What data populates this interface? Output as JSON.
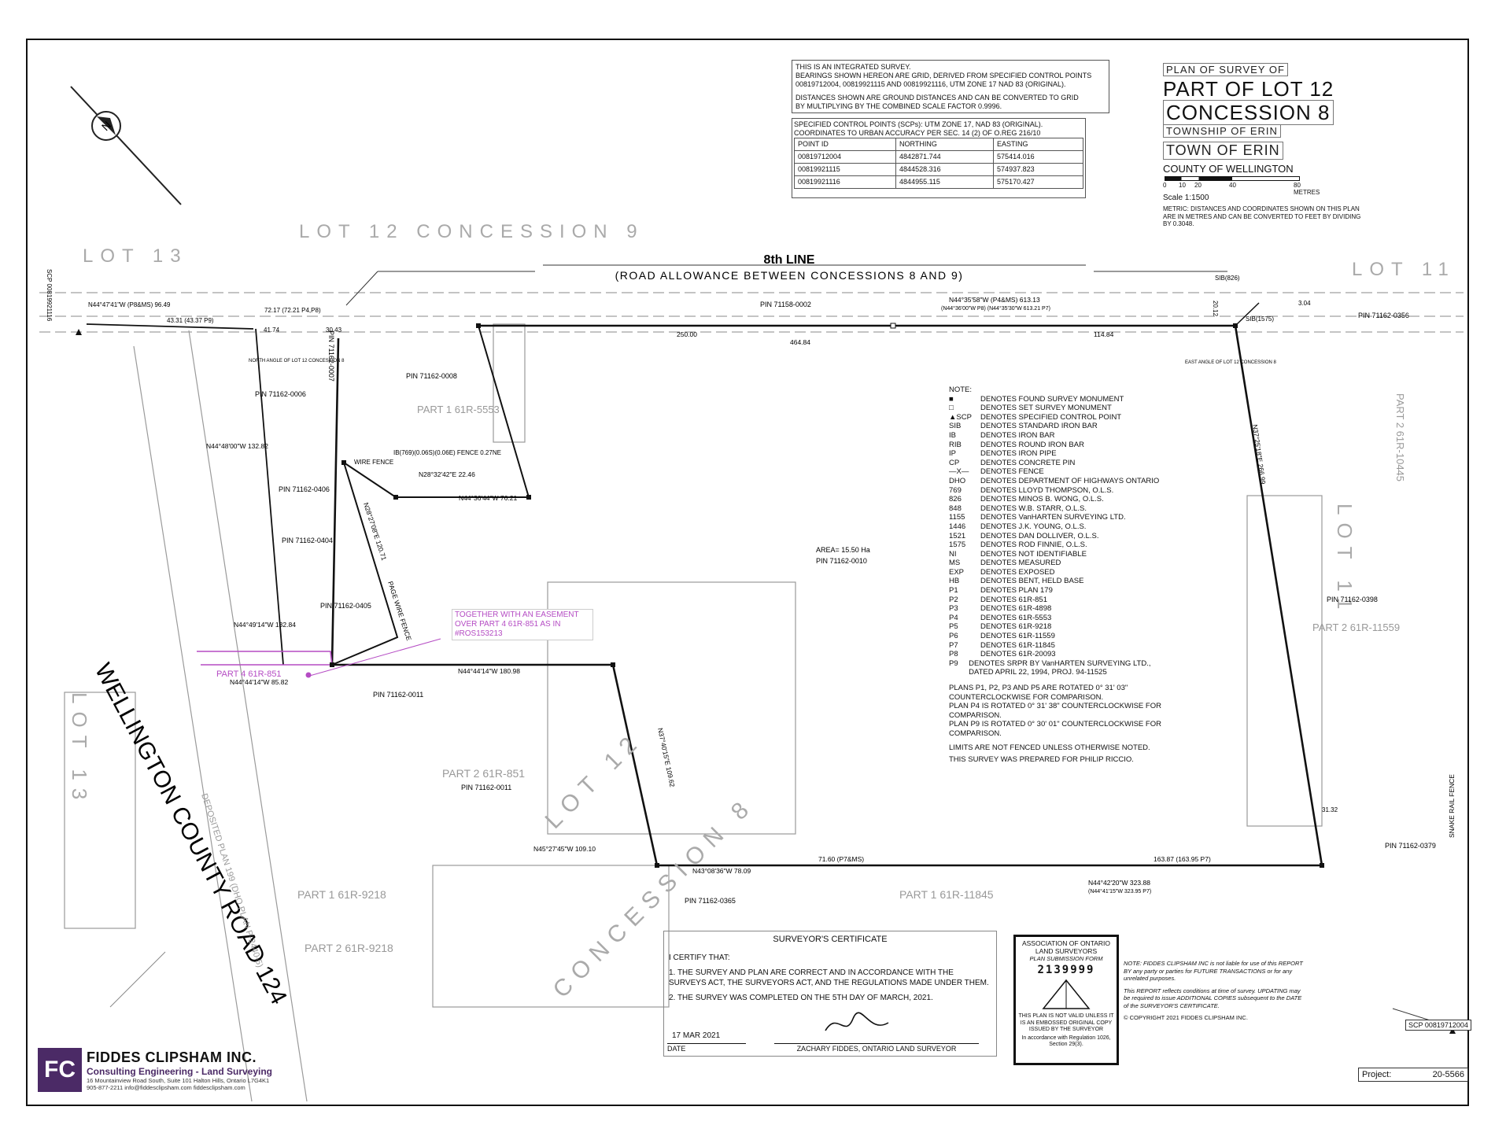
{
  "integrated_note": {
    "lines": [
      "THIS IS AN INTEGRATED SURVEY.",
      "BEARINGS SHOWN HEREON ARE GRID, DERIVED FROM SPECIFIED CONTROL POINTS",
      "00819712004, 00819921115 AND 00819921116, UTM ZONE 17 NAD 83 (ORIGINAL).",
      "DISTANCES SHOWN ARE GROUND DISTANCES AND CAN BE CONVERTED TO GRID",
      "BY MULTIPLYING BY THE COMBINED SCALE FACTOR 0.9996."
    ]
  },
  "control_points": {
    "heading1": "SPECIFIED CONTROL POINTS (SCPs): UTM ZONE 17, NAD 83 (ORIGINAL).",
    "heading2": "COORDINATES TO URBAN ACCURACY PER SEC. 14 (2) OF O.REG 216/10",
    "col_point": "POINT ID",
    "col_northing": "NORTHING",
    "col_easting": "EASTING",
    "rows": [
      {
        "id": "00819712004",
        "northing": "4842871.744",
        "easting": "575414.016"
      },
      {
        "id": "00819921115",
        "northing": "4844528.316",
        "easting": "574937.823"
      },
      {
        "id": "00819921116",
        "northing": "4844955.115",
        "easting": "575170.427"
      }
    ]
  },
  "title_block": {
    "plan_of_survey": "PLAN OF SURVEY OF",
    "part": "PART OF LOT 12",
    "concession": "CONCESSION 8",
    "township": "TOWNSHIP OF ERIN",
    "town": "TOWN OF ERIN",
    "county": "COUNTY OF WELLINGTON",
    "scale_ticks": [
      "0",
      "10",
      "20",
      "40",
      "80 METRES"
    ],
    "scale": "Scale 1:1500",
    "metric_note": "METRIC: DISTANCES AND COORDINATES SHOWN ON THIS PLAN ARE IN METRES AND CAN BE CONVERTED TO FEET BY DIVIDING BY 0.3048."
  },
  "map": {
    "lot12_con9": "LOT 12 CONCESSION 9",
    "lot13": "LOT 13",
    "lot11": "LOT 11",
    "road_name": "8th LINE",
    "road_desc": "(ROAD ALLOWANCE BETWEEN CONCESSIONS 8 AND 9)",
    "county_road": "WELLINGTON COUNTY ROAD 124",
    "concession8": "CONCESSION 8",
    "lot12": "LOT 12",
    "lot13_right": "LOT 13",
    "lot11_right": "LOT 11",
    "area": "AREA= 15.50 Ha",
    "pin_main": "PIN 71162-0010",
    "pin_road": "PIN 71158-0002",
    "pin_0356": "PIN 71162-0356",
    "pin_0398": "PIN 71162-0398",
    "pin_0379": "PIN 71162-0379",
    "pin_0011a": "PIN 71162-0011",
    "pin_0011b": "PIN 71162-0011",
    "pin_0365": "PIN 71162-0365",
    "pin_0006": "PIN 71162-0006",
    "pin_0008": "PIN 71162-0008",
    "pin_0406": "PIN 71162-0406",
    "pin_0404": "PIN 71162-0404",
    "pin_0405": "PIN 71162-0405",
    "pin_0007": "PIN 71162-0007",
    "part1_5553": "PART 1 61R-5553",
    "part2_851": "PART 2 61R-851",
    "part1_9218": "PART 1 61R-9218",
    "part2_9218": "PART 2 61R-9218",
    "part1_11845": "PART 1 61R-11845",
    "part2_11559": "PART 2 61R-11559",
    "part2_10445": "PART 2 61R-10445",
    "part4_851": "PART 4 61R-851",
    "easement": "TOGETHER WITH AN EASEMENT OVER PART 4 61R-851 AS IN #ROS153213",
    "north_dim": "N44°35'58\"W (P4&MS) 613.13",
    "north_dim2": "(N44°36'00\"W P8) (N44°35'30\"W 613.21 P7)",
    "d250": "250.00",
    "d46484": "464.84",
    "d11484": "114.84",
    "east_dim": "N37°25'18\"E 266.99",
    "south_dim": "N44°42'20\"W 323.88",
    "south_dim2": "(N44°41'15\"W 323.95 P7)",
    "d16387": "163.87 (163.95 P7)",
    "d7809": "N43°08'36\"W 78.09",
    "d7160": "71.60 (P7&MS)",
    "d10910": "N45°27'45\"W 109.10",
    "west_dim": "N44°44'14\"W 180.98",
    "d10962": "N37°40'15\"E 109.62",
    "d2476": "N44°36'44\"W 76.21",
    "d2246": "N28°32'42\"E 22.46",
    "d7620": "N28°27'08\"E 120.71",
    "d13282": "N44°48'00\"W 132.82",
    "d13284": "N44°49'14\"W 132.84",
    "d8582": "N44°44'14\"W 85.82",
    "d9649": "N44°47'41\"W (P8&MS) 96.49",
    "d7217": "72.17 (72.21 P4,P8)",
    "d4331": "43.31 (43.37 P9)",
    "d4174": "41.74",
    "d3043": "30.43",
    "d3137": "31.32",
    "d2012": "20.12",
    "d304": "3.04",
    "sib1575": "SIB(1575)",
    "sib826": "SIB(826)",
    "ib_fence": "IB(769)(0.06S)(0.06E) FENCE 0.27NE",
    "wire_fence": "WIRE FENCE",
    "page_wire_fence": "PAGE WIRE FENCE",
    "snake_rail": "SNAKE RAIL FENCE",
    "deposited": "DEPOSITED PLAN 199 (DHO PLAN P-2440-5)",
    "scp_a": "SCP 00819921116",
    "scp_b": "SCP 00819712004",
    "north_angle_lot12": "NORTH ANGLE OF LOT 12 CONCESSION 8",
    "east_angle_lot12": "EAST ANGLE OF LOT 12 CONCESSION 8"
  },
  "notes": {
    "title": "NOTE:",
    "items": [
      {
        "code": "■",
        "text": "DENOTES FOUND SURVEY MONUMENT"
      },
      {
        "code": "□",
        "text": "DENOTES SET SURVEY MONUMENT"
      },
      {
        "code": "▲SCP",
        "text": "DENOTES SPECIFIED CONTROL POINT"
      },
      {
        "code": "SIB",
        "text": "DENOTES STANDARD IRON BAR"
      },
      {
        "code": "IB",
        "text": "DENOTES IRON BAR"
      },
      {
        "code": "RIB",
        "text": "DENOTES ROUND IRON BAR"
      },
      {
        "code": "IP",
        "text": "DENOTES IRON PIPE"
      },
      {
        "code": "CP",
        "text": "DENOTES CONCRETE PIN"
      },
      {
        "code": "—X—",
        "text": "DENOTES FENCE"
      },
      {
        "code": "DHO",
        "text": "DENOTES DEPARTMENT OF HIGHWAYS ONTARIO"
      },
      {
        "code": "769",
        "text": "DENOTES LLOYD THOMPSON, O.L.S."
      },
      {
        "code": "826",
        "text": "DENOTES MINOS B. WONG, O.L.S."
      },
      {
        "code": "848",
        "text": "DENOTES W.B. STARR, O.L.S."
      },
      {
        "code": "1155",
        "text": "DENOTES VanHARTEN SURVEYING LTD."
      },
      {
        "code": "1446",
        "text": "DENOTES J.K. YOUNG, O.L.S."
      },
      {
        "code": "1521",
        "text": "DENOTES DAN DOLLIVER, O.L.S."
      },
      {
        "code": "1575",
        "text": "DENOTES ROD FINNIE, O.L.S."
      },
      {
        "code": "NI",
        "text": "DENOTES NOT IDENTIFIABLE"
      },
      {
        "code": "MS",
        "text": "DENOTES MEASURED"
      },
      {
        "code": "EXP",
        "text": "DENOTES EXPOSED"
      },
      {
        "code": "HB",
        "text": "DENOTES BENT, HELD BASE"
      },
      {
        "code": "P1",
        "text": "DENOTES PLAN 179"
      },
      {
        "code": "P2",
        "text": "DENOTES 61R-851"
      },
      {
        "code": "P3",
        "text": "DENOTES 61R-4898"
      },
      {
        "code": "P4",
        "text": "DENOTES 61R-5553"
      },
      {
        "code": "P5",
        "text": "DENOTES 61R-9218"
      },
      {
        "code": "P6",
        "text": "DENOTES 61R-11559"
      },
      {
        "code": "P7",
        "text": "DENOTES 61R-11845"
      },
      {
        "code": "P8",
        "text": "DENOTES 61R-20093"
      },
      {
        "code": "P9",
        "text": "DENOTES SRPR BY VanHARTEN SURVEYING LTD., DATED APRIL 22, 1994, PROJ. 94-11525"
      }
    ],
    "rotation1": "PLANS P1, P2, P3 AND P5 ARE ROTATED 0° 31' 03\" COUNTERCLOCKWISE FOR COMPARISON.",
    "rotation2": "PLAN P4 IS ROTATED 0° 31' 38\" COUNTERCLOCKWISE FOR COMPARISON.",
    "rotation3": "PLAN P9 IS ROTATED 0° 30' 01\" COUNTERCLOCKWISE FOR COMPARISON.",
    "limits": "LIMITS ARE NOT FENCED UNLESS OTHERWISE NOTED.",
    "prepared": "THIS SURVEY WAS PREPARED FOR PHILIP RICCIO."
  },
  "certificate": {
    "title": "SURVEYOR'S CERTIFICATE",
    "certify": "I CERTIFY THAT:",
    "item1": "1.   THE SURVEY AND PLAN ARE CORRECT AND IN ACCORDANCE WITH THE SURVEYS ACT, THE SURVEYORS ACT, AND THE REGULATIONS MADE UNDER THEM.",
    "item2": "2.   THE SURVEY WAS COMPLETED ON THE 5TH DAY OF MARCH, 2021.",
    "date": "17 MAR 2021",
    "date_label": "DATE",
    "surveyor": "ZACHARY FIDDES, ONTARIO LAND SURVEYOR"
  },
  "oals": {
    "line1": "ASSOCIATION OF ONTARIO",
    "line2": "LAND SURVEYORS",
    "line3": "PLAN SUBMISSION FORM",
    "number": "2139999",
    "line4": "THIS PLAN IS NOT VALID UNLESS IT IS AN EMBOSSED ORIGINAL COPY ISSUED BY THE SURVEYOR",
    "line5": "In accordance with Regulation 1026, Section 29(3)."
  },
  "legal_note": {
    "line1": "NOTE: FIDDES CLIPSHAM INC is not liable for use of this REPORT BY any party or parties for FUTURE TRANSACTIONS or for any unrelated purposes.",
    "line2": "This REPORT reflects conditions at time of survey. UPDATING may be required to issue ADDITIONAL COPIES subsequent to the DATE of the SURVEYOR'S CERTIFICATE.",
    "copyright": "© COPYRIGHT 2021 FIDDES CLIPSHAM INC."
  },
  "company": {
    "mark": "FC",
    "name": "FIDDES CLIPSHAM INC.",
    "tagline": "Consulting Engineering - Land Surveying",
    "address": "16 Mountainview Road South, Suite 101  Halton Hills, Ontario  L7G4K1",
    "contact": "905-877-2211   info@fiddesclipsham.com   fiddesclipsham.com"
  },
  "project": {
    "label": "Project:",
    "number": "20-5566"
  }
}
